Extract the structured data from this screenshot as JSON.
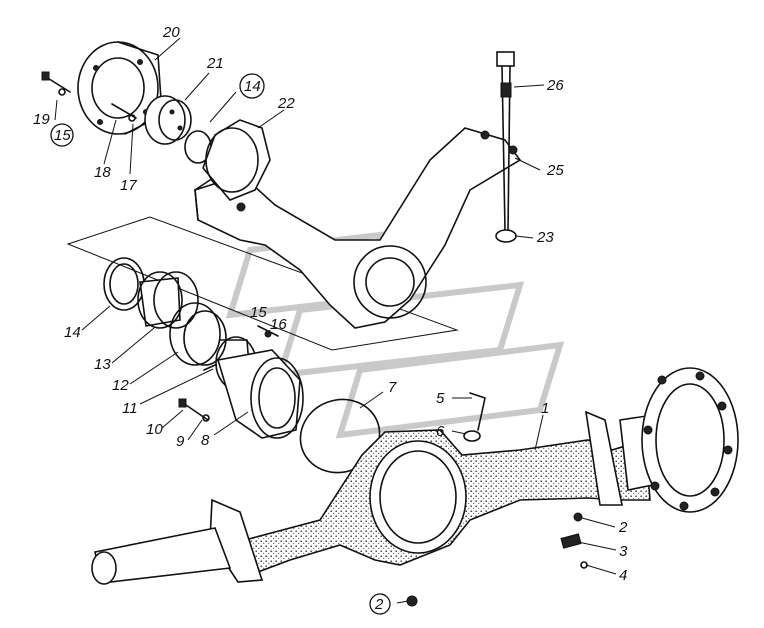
{
  "callouts": [
    {
      "id": "c1",
      "text": "1",
      "circled": false
    },
    {
      "id": "c2a",
      "text": "2",
      "circled": false
    },
    {
      "id": "c2b",
      "text": "2",
      "circled": true
    },
    {
      "id": "c3",
      "text": "3",
      "circled": false
    },
    {
      "id": "c4",
      "text": "4",
      "circled": false
    },
    {
      "id": "c5",
      "text": "5",
      "circled": false
    },
    {
      "id": "c6",
      "text": "6",
      "circled": false
    },
    {
      "id": "c7",
      "text": "7",
      "circled": false
    },
    {
      "id": "c8",
      "text": "8",
      "circled": false
    },
    {
      "id": "c9",
      "text": "9",
      "circled": false
    },
    {
      "id": "c10",
      "text": "10",
      "circled": false
    },
    {
      "id": "c11",
      "text": "11",
      "circled": false
    },
    {
      "id": "c12",
      "text": "12",
      "circled": false
    },
    {
      "id": "c13",
      "text": "13",
      "circled": false
    },
    {
      "id": "c14a",
      "text": "14",
      "circled": false
    },
    {
      "id": "c14b",
      "text": "14",
      "circled": true
    },
    {
      "id": "c15a",
      "text": "15",
      "circled": false
    },
    {
      "id": "c15b",
      "text": "15",
      "circled": true
    },
    {
      "id": "c16",
      "text": "16",
      "circled": false
    },
    {
      "id": "c17",
      "text": "17",
      "circled": false
    },
    {
      "id": "c18",
      "text": "18",
      "circled": false
    },
    {
      "id": "c19",
      "text": "19",
      "circled": false
    },
    {
      "id": "c20",
      "text": "20",
      "circled": false
    },
    {
      "id": "c21",
      "text": "21",
      "circled": false
    },
    {
      "id": "c22",
      "text": "22",
      "circled": false
    },
    {
      "id": "c23",
      "text": "23",
      "circled": false
    },
    {
      "id": "c25",
      "text": "25",
      "circled": false
    },
    {
      "id": "c26",
      "text": "26",
      "circled": false
    }
  ]
}
